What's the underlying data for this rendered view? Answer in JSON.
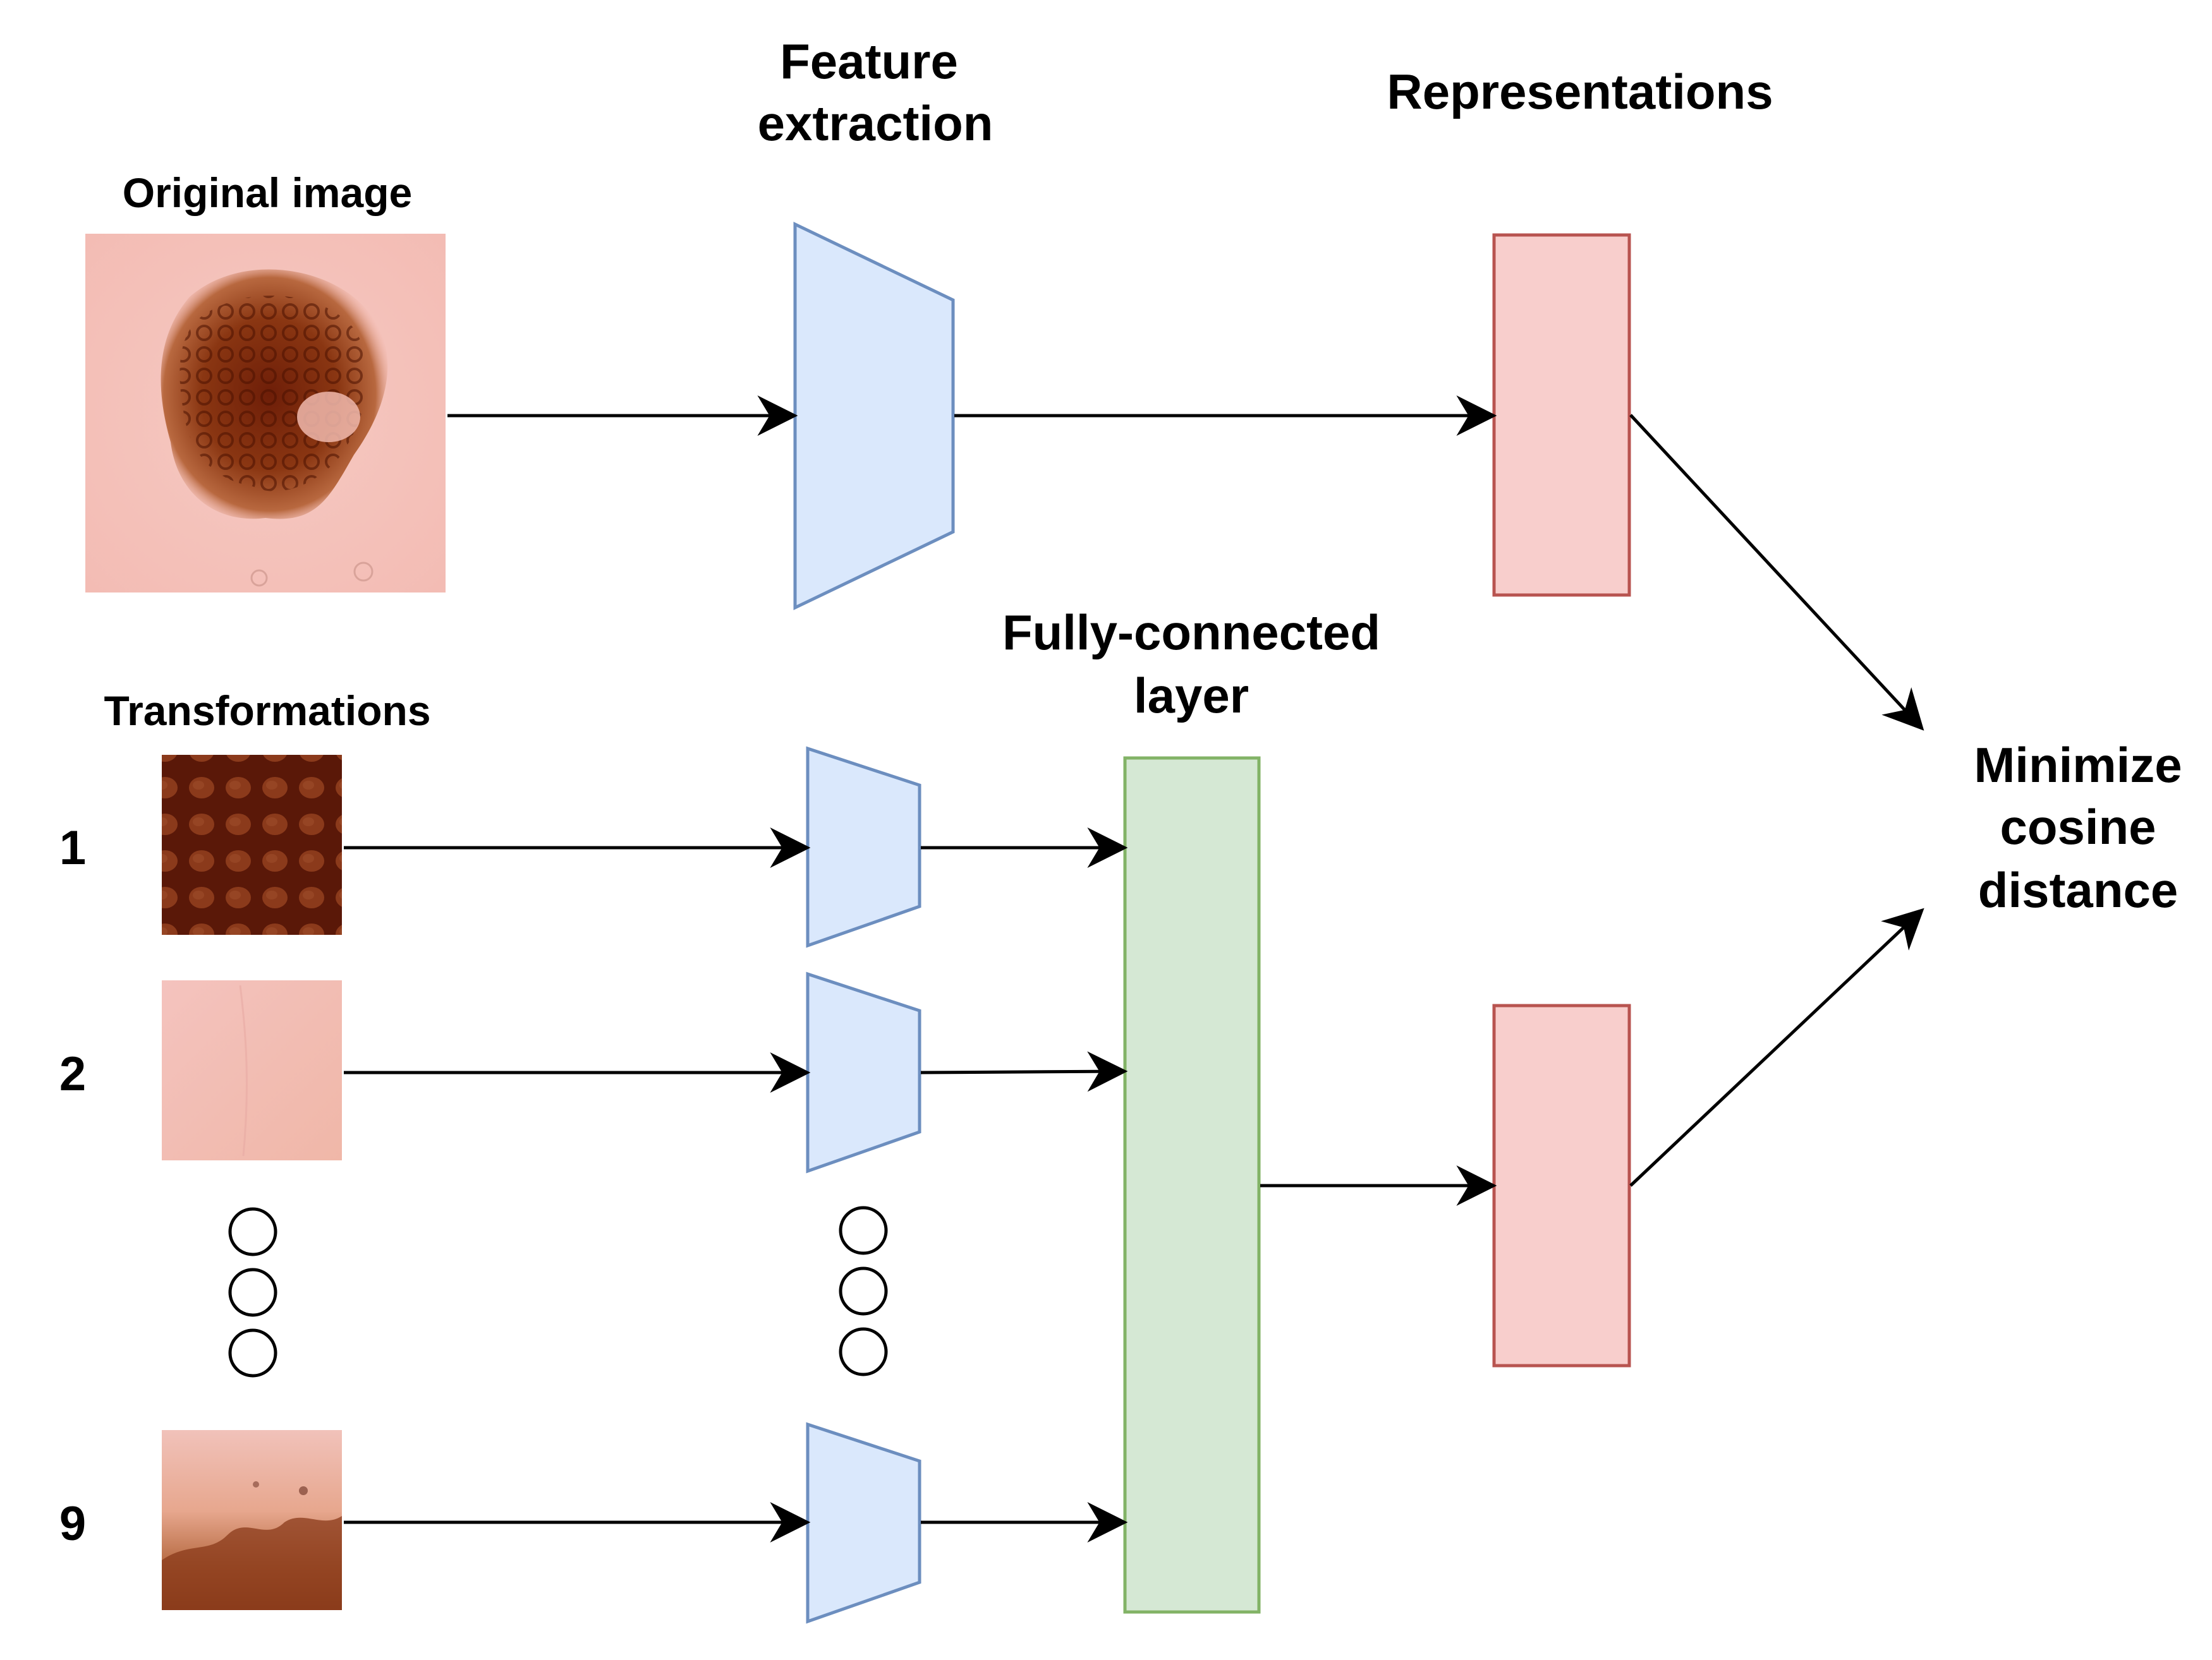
{
  "labels": {
    "original_image": "Original image",
    "feature_extraction": [
      "Feature",
      "extraction"
    ],
    "representations": "Representations",
    "transformations": "Transformations",
    "fully_connected": [
      "Fully-connected",
      "layer"
    ],
    "minimize": [
      "Minimize",
      "cosine",
      "distance"
    ],
    "transform_numbers": [
      "1",
      "2",
      "9"
    ]
  },
  "colors": {
    "encoder_fill": "#dae8fc",
    "encoder_stroke": "#6c8ebf",
    "representation_fill": "#f8cecc",
    "representation_stroke": "#b85450",
    "fc_fill": "#d5e8d4",
    "fc_stroke": "#82b366",
    "arrow": "#000000"
  },
  "icons": {
    "original": "skin-lesion-image",
    "transform_1": "lesion-pattern-crop",
    "transform_2": "skin-crop",
    "transform_9": "lesion-edge-crop",
    "ellipsis": "vertical-circle-dots"
  }
}
